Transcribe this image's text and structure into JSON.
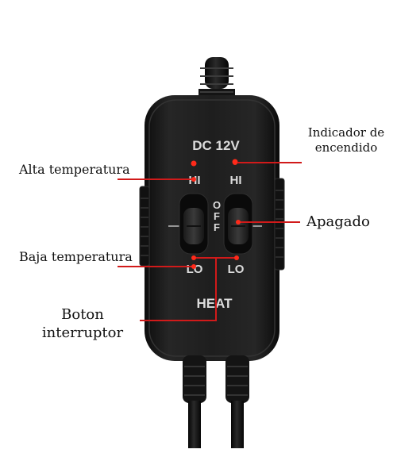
{
  "device": {
    "voltage_label": "DC 12V",
    "left_hi": "HI",
    "right_hi": "HI",
    "left_lo": "LO",
    "right_lo": "LO",
    "off_label": "OFF",
    "heat_label": "HEAT"
  },
  "callouts": {
    "alta": "Alta temperatura",
    "baja": "Baja temperatura",
    "boton_line1": "Boton",
    "boton_line2": "interruptor",
    "indicador_line1": "Indicador de",
    "indicador_line2": "encendido",
    "apagado": "Apagado"
  },
  "colors": {
    "leader_line": "#d11a1a",
    "body": "#1c1c1c",
    "indicator_led": "#ff2a1a",
    "label_print": "#dcdcdc"
  }
}
